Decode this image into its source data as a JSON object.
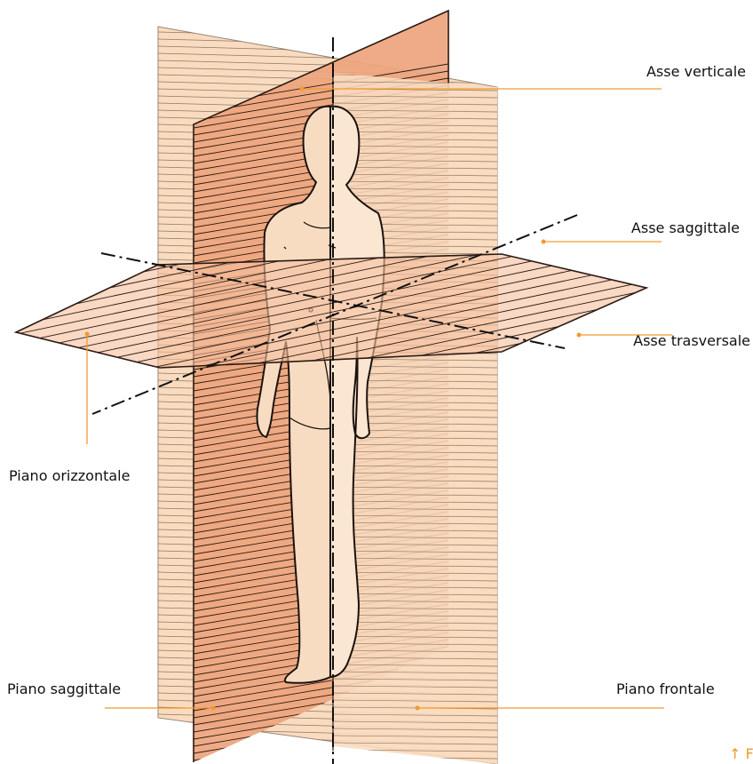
{
  "labels": {
    "vertical_axis": "Asse verticale",
    "sagittal_axis": "Asse saggittale",
    "transverse_axis": "Asse trasversale",
    "horizontal_plane": "Piano orizzontale",
    "sagittal_plane": "Piano saggittale",
    "frontal_plane": "Piano frontale",
    "corner_note": "↑ F"
  },
  "colors": {
    "frontal_plane_fill": "#f9dcc0",
    "sagittal_plane_fill": "#eea47d",
    "horizontal_plane_fill": "#f6c0a0",
    "body_fill": "#f8dcc2",
    "leader_line": "#f29a2e"
  }
}
